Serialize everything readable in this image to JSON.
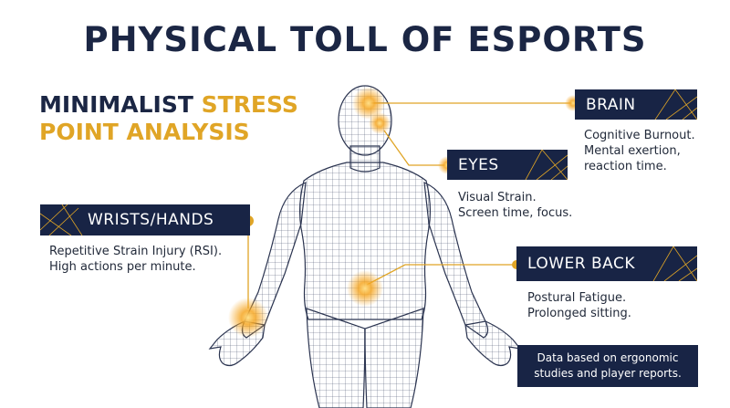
{
  "title": "PHYSICAL TOLL OF ESPORTS",
  "subtitle": {
    "part1": "MINIMALIST ",
    "part2": "STRESS",
    "part3": "POINT ANALYSIS"
  },
  "stress_points": [
    {
      "id": "brain",
      "label": "BRAIN",
      "desc_line1": "Cognitive Burnout.",
      "desc_line2": "Mental exertion,",
      "desc_line3": "reaction time."
    },
    {
      "id": "eyes",
      "label": "EYES",
      "desc_line1": "Visual Strain.",
      "desc_line2": "Screen time, focus."
    },
    {
      "id": "wrists",
      "label": "WRISTS/HANDS",
      "desc_line1": "Repetitive Strain Injury (RSI).",
      "desc_line2": "High actions per minute."
    },
    {
      "id": "lowerback",
      "label": "LOWER BACK",
      "desc_line1": "Postural Fatigue.",
      "desc_line2": "Prolonged sitting."
    }
  ],
  "note": {
    "line1": "Data based on ergonomic",
    "line2": "studies and player reports."
  },
  "colors": {
    "navy": "#182445",
    "gold": "#e0a526",
    "glow": "#f5a623"
  }
}
